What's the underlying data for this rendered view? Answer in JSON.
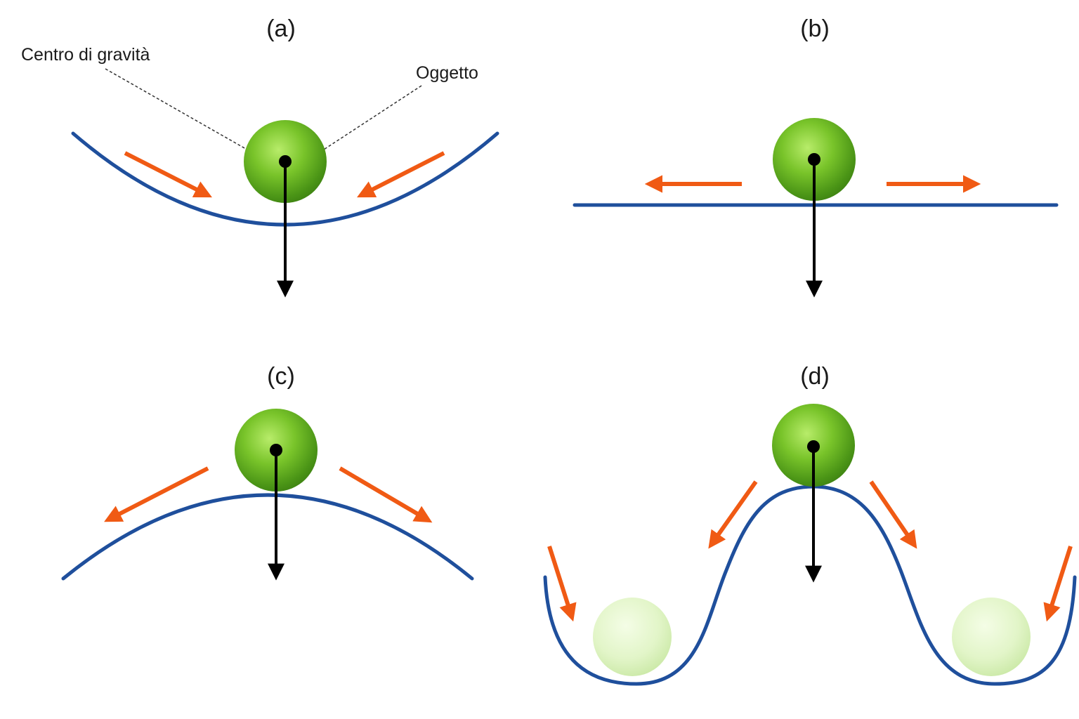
{
  "panels": [
    {
      "id": "a",
      "label": "(a)"
    },
    {
      "id": "b",
      "label": "(b)"
    },
    {
      "id": "c",
      "label": "(c)"
    },
    {
      "id": "d",
      "label": "(d)"
    }
  ],
  "callouts": {
    "center_of_gravity": "Centro di gravità",
    "object": "Oggetto"
  },
  "colors": {
    "surface": "#1f4f9c",
    "force_arrow": "#000000",
    "motion_arrow": "#f05a14",
    "ball_solid": "#5aa51e",
    "ball_faded": "#d6f0b4"
  }
}
